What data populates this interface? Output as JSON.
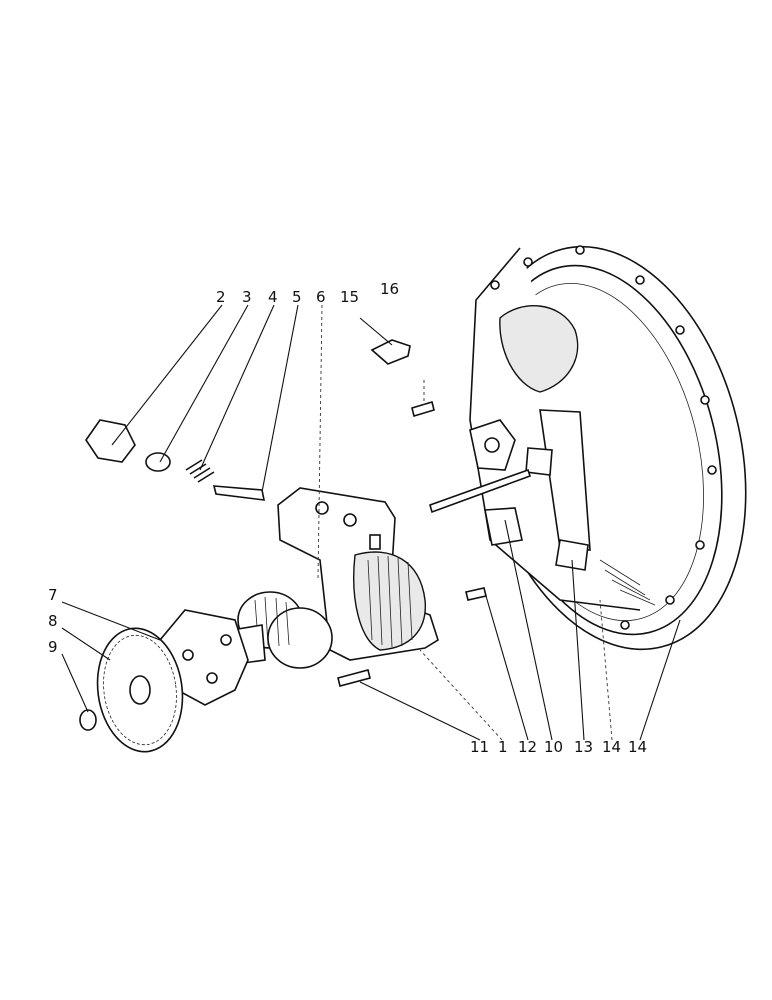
{
  "diagram": {
    "callouts": [
      {
        "id": "c2",
        "text": "2"
      },
      {
        "id": "c3",
        "text": "3"
      },
      {
        "id": "c4",
        "text": "4"
      },
      {
        "id": "c5",
        "text": "5"
      },
      {
        "id": "c6",
        "text": "6"
      },
      {
        "id": "c15",
        "text": "15"
      },
      {
        "id": "c16",
        "text": "16"
      },
      {
        "id": "c7",
        "text": "7"
      },
      {
        "id": "c8",
        "text": "8"
      },
      {
        "id": "c9",
        "text": "9"
      },
      {
        "id": "c11",
        "text": "11"
      },
      {
        "id": "c1",
        "text": "1"
      },
      {
        "id": "c12",
        "text": "12"
      },
      {
        "id": "c10",
        "text": "10"
      },
      {
        "id": "c13",
        "text": "13"
      },
      {
        "id": "c14a",
        "text": "14"
      },
      {
        "id": "c14b",
        "text": "14"
      }
    ]
  }
}
